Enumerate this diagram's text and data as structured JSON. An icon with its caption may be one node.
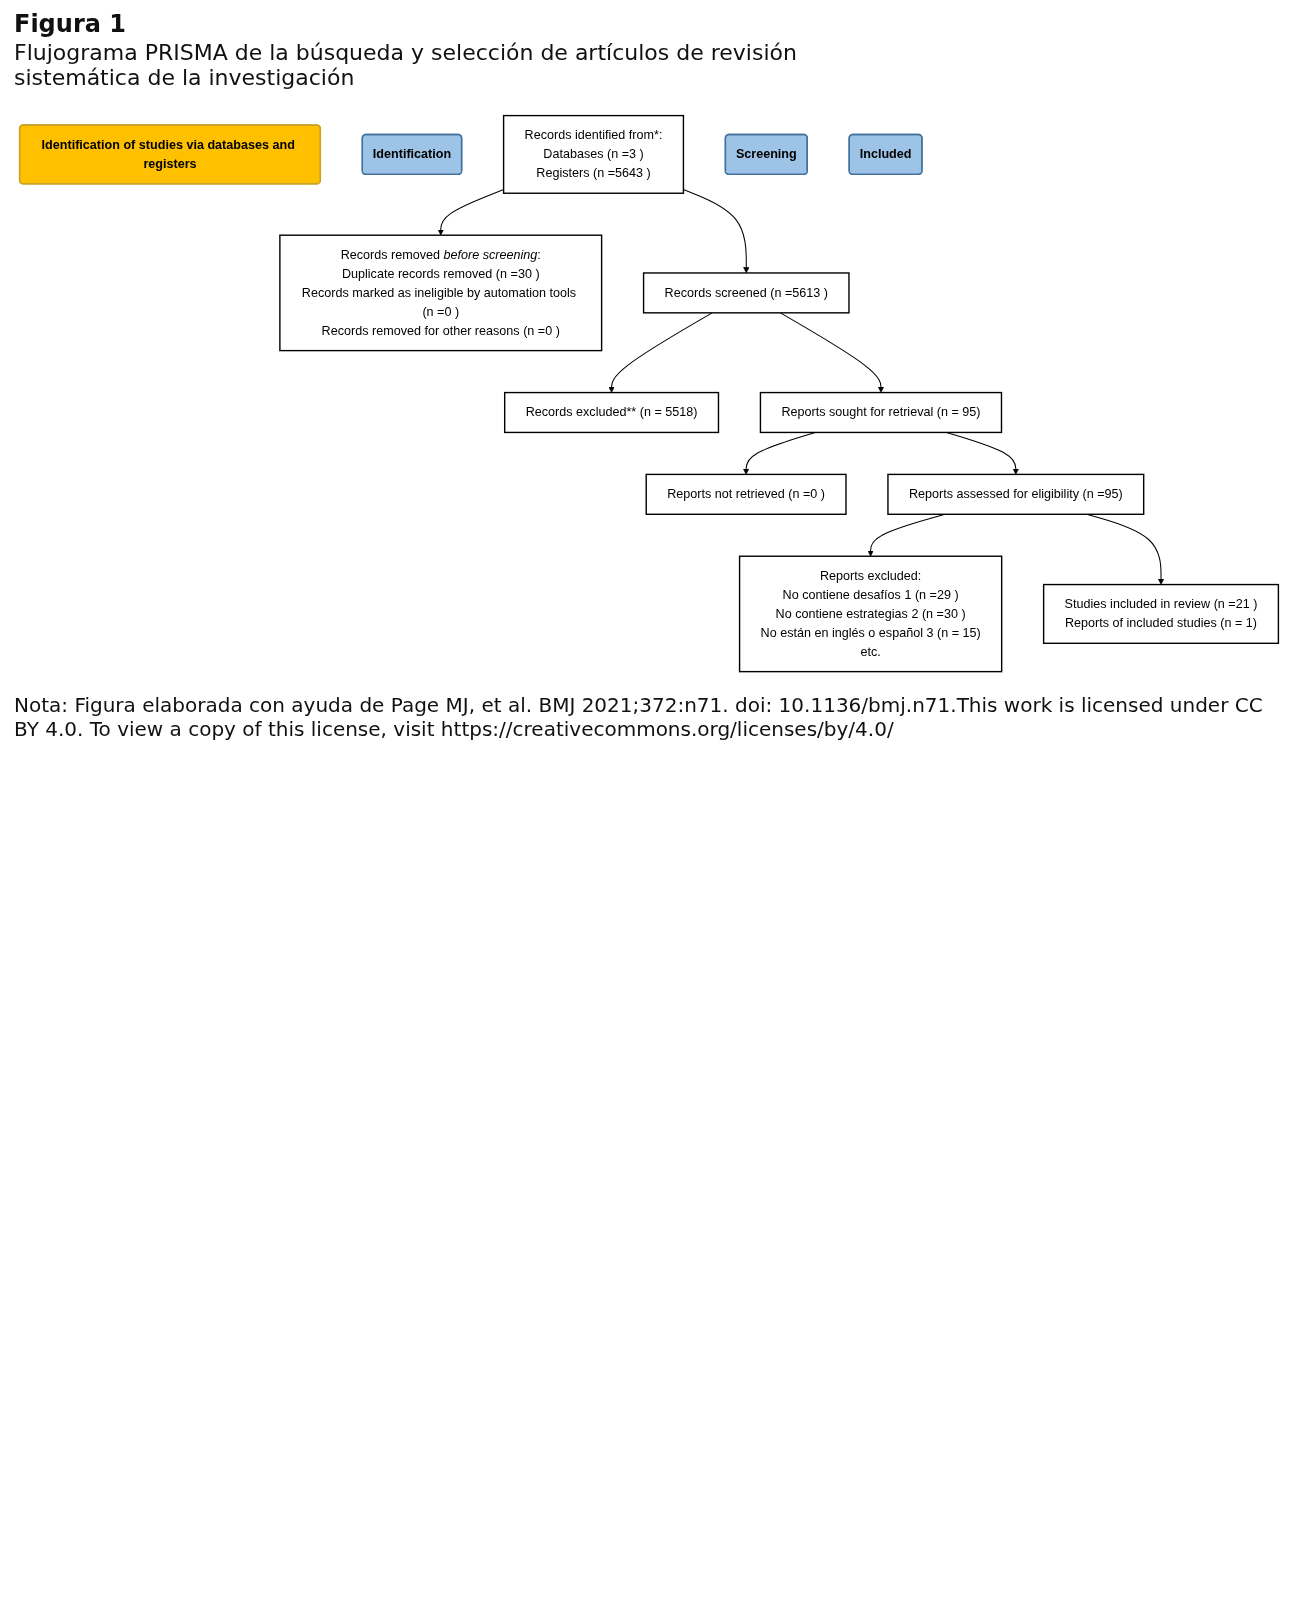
{
  "diagram": {
    "title": "Figura 1",
    "caption": "Nota: Figura elaborada con ayuda de Page MJ, et al. BMJ 2021;372:n71. doi: 10.1136/bmj.n71.This work is licensed under CC BY 4.0. To view a copy of this license, visit https://creativecommons.org/licenses/by/4.0/",
    "labels": [
      "Flujograma PRISMA de la búsqueda y selección de artículos de revisión sistemática de la investigación"
    ],
    "nodes": [
      {
        "text": [
          "Identification of studies via databases and registers"
        ]
      },
      {
        "text": [
          "Identification"
        ]
      },
      {
        "text": [
          "Records identified from*:",
          "Databases (n =3 )",
          "Registers (n =5643 )"
        ]
      },
      {
        "text": [
          "Records removed *before screening*:",
          "Duplicate records removed (n =30 )",
          "Records marked as ineligible by automation tools (n =0 )",
          "Records removed for other reasons (n =0 )"
        ]
      },
      {
        "text": [
          "Screening"
        ]
      },
      {
        "text": [
          "Records screened (n =5613 )"
        ]
      },
      {
        "text": [
          "Records excluded** (n = 5518)"
        ]
      },
      {
        "text": [
          "Reports sought for retrieval (n = 95)"
        ]
      },
      {
        "text": [
          "Reports not retrieved (n =0 )"
        ]
      },
      {
        "text": [
          "Reports assessed for eligibility (n =95)"
        ]
      },
      {
        "text": [
          "Reports excluded:",
          "No contiene desafíos 1 (n =29 )",
          "No contiene estrategias 2 (n =30 )",
          "No están en inglés o español 3 (n = 15)",
          "etc."
        ]
      },
      {
        "text": [
          "Included"
        ]
      },
      {
        "text": [
          "Studies included in review (n =21 )",
          "Reports of included studies (n = 1)"
        ]
      }
    ],
    "edges": [
      {
        "from": 2,
        "to": 3,
        "arrow": "to"
      },
      {
        "from": 2,
        "to": 5,
        "arrow": "to"
      },
      {
        "from": 5,
        "to": 6,
        "arrow": "to"
      },
      {
        "from": 5,
        "to": 7,
        "arrow": "to"
      },
      {
        "from": 7,
        "to": 8,
        "arrow": "to"
      },
      {
        "from": 7,
        "to": 9,
        "arrow": "to"
      },
      {
        "from": 9,
        "to": 10,
        "arrow": "to"
      },
      {
        "from": 9,
        "to": 12,
        "arrow": "to"
      }
    ]
  }
}
